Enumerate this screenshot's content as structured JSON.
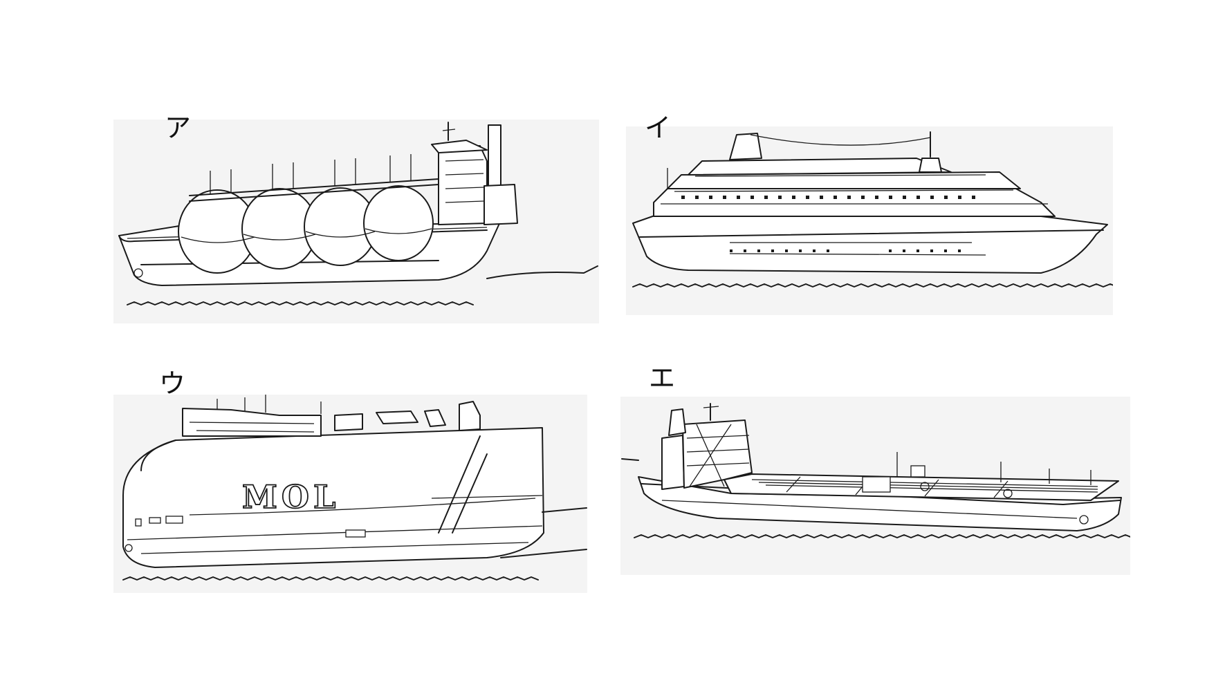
{
  "labels": {
    "a": "ア",
    "i": "イ",
    "u": "ウ",
    "e": "エ"
  },
  "hull_text": {
    "u": "MOL"
  },
  "icons": {
    "a": "lng-carrier-illustration",
    "i": "cruise-ship-illustration",
    "u": "car-carrier-illustration",
    "e": "oil-tanker-illustration"
  }
}
